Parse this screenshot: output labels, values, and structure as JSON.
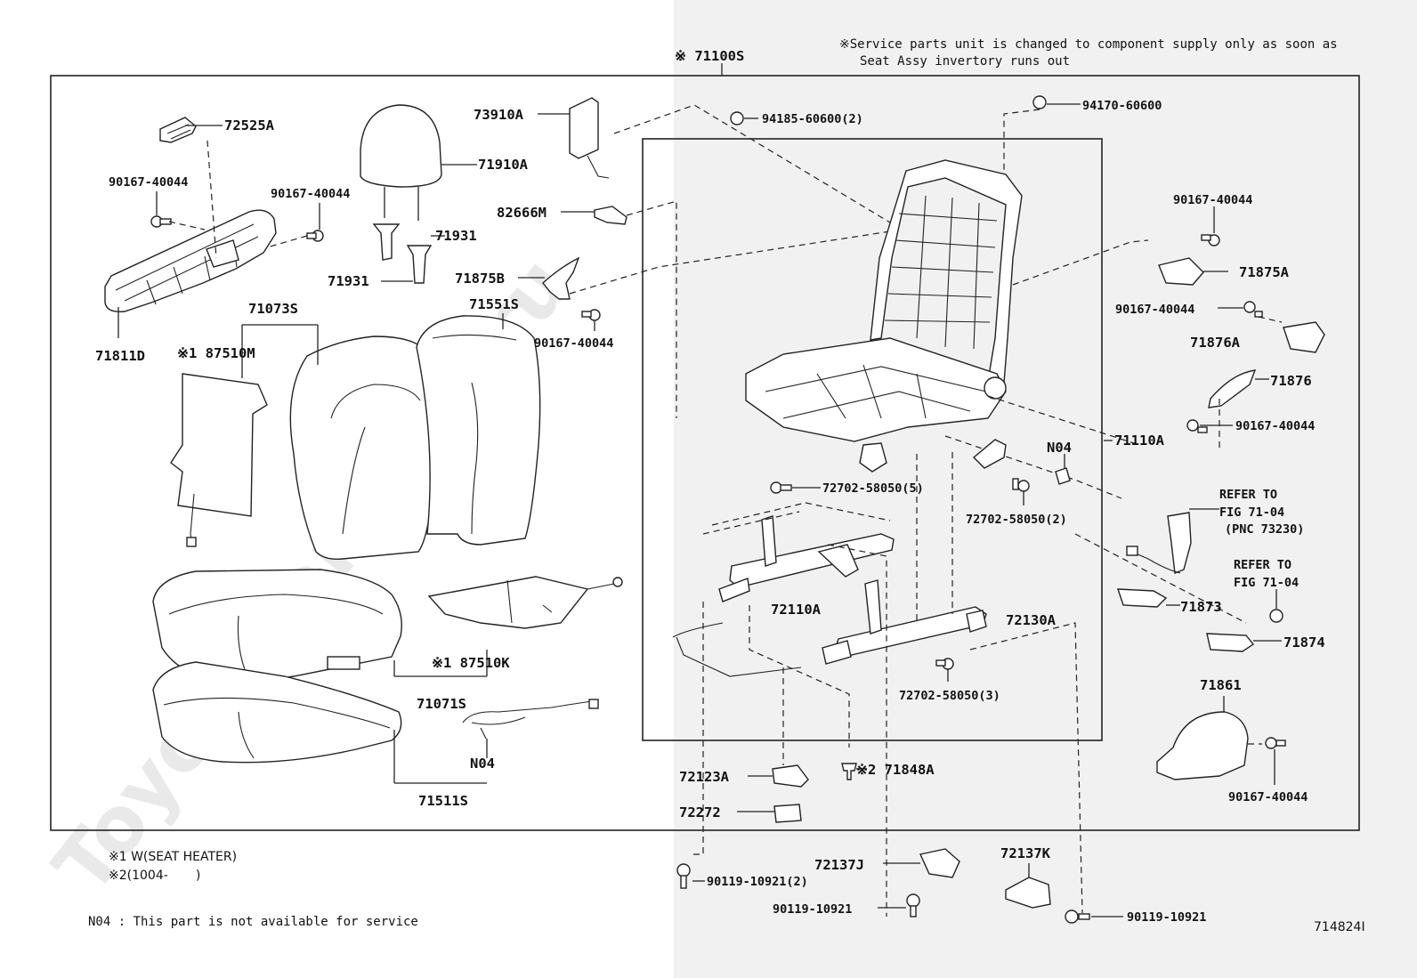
{
  "service_note": {
    "line1": "※Service parts unit is changed to component supply only as soon as",
    "line2": "Seat Assy invertory runs out"
  },
  "watermark": "ToyotaCarMine.ru",
  "legend": {
    "note1": "※1 W(SEAT HEATER)",
    "note2": "※2(1004-       )",
    "no4": "N04 : This part is not available for service"
  },
  "figure_id": "714824I",
  "labels": {
    "p71100S": "※ 71100S",
    "p72525A": "72525A",
    "p90167a": "90167-40044",
    "p90167b": "90167-40044",
    "p71811D": "71811D",
    "p71910A": "71910A",
    "p71931a": "71931",
    "p71931b": "71931",
    "p73910A": "73910A",
    "p82666M": "82666M",
    "p71875B": "71875B",
    "p90167c": "90167-40044",
    "p94185": "94185-60600(2)",
    "p94170": "94170-60600",
    "p71073S": "71073S",
    "p87510M": "※1 87510M",
    "p71551S": "71551S",
    "p87510K": "※1 87510K",
    "p71071S": "71071S",
    "pN04a": "N04",
    "p71511S": "71511S",
    "p90167d": "90167-40044",
    "p71875A": "71875A",
    "p90167e": "90167-40044",
    "p71876A": "71876A",
    "p71876": "71876",
    "p90167f": "90167-40044",
    "p71110A": "71110A",
    "pN04b": "N04",
    "p72702a": "72702-58050(5)",
    "p72702b": "72702-58050(2)",
    "p72702c": "72702-58050(3)",
    "p72110A": "72110A",
    "p72130A": "72130A",
    "p71873": "71873",
    "p71874": "71874",
    "p71861": "71861",
    "p90167g": "90167-40044",
    "p72123A": "72123A",
    "p72272": "72272",
    "p71848A": "※2 71848A",
    "p72137J": "72137J",
    "p72137K": "72137K",
    "p90119a": "90119-10921(2)",
    "p90119b": "90119-10921",
    "p90119c": "90119-10921"
  },
  "refer1": {
    "line1": "REFER TO",
    "line2": "FIG 71-04",
    "line3": "(PNC 73230)"
  },
  "refer2": {
    "line1": "REFER TO",
    "line2": "FIG 71-04"
  }
}
